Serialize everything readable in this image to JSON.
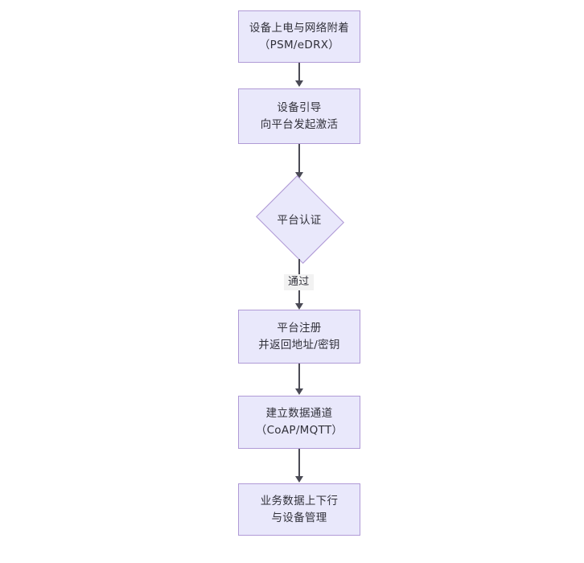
{
  "diagram": {
    "type": "flowchart",
    "orientation": "top-to-bottom",
    "background_color": "#ffffff",
    "node_fill_color": "#e9e8fb",
    "node_border_color": "#b09ad6",
    "text_color": "#31313a",
    "connector_color": "#4a4a55",
    "edge_label_background": "#f2f2f2",
    "nodes": [
      {
        "id": "n1",
        "shape": "rectangle",
        "line1": "设备上电与网络附着",
        "line2": "（PSM/eDRX）"
      },
      {
        "id": "n2",
        "shape": "rectangle",
        "line1": "设备引导",
        "line2": "向平台发起激活"
      },
      {
        "id": "n3",
        "shape": "diamond",
        "line1": "平台认证",
        "line2": ""
      },
      {
        "id": "n4",
        "shape": "rectangle",
        "line1": "平台注册",
        "line2": "并返回地址/密钥"
      },
      {
        "id": "n5",
        "shape": "rectangle",
        "line1": "建立数据通道",
        "line2": "（CoAP/MQTT）"
      },
      {
        "id": "n6",
        "shape": "rectangle",
        "line1": "业务数据上下行",
        "line2": "与设备管理"
      }
    ],
    "edges": [
      {
        "from": "n1",
        "to": "n2",
        "label": ""
      },
      {
        "from": "n2",
        "to": "n3",
        "label": ""
      },
      {
        "from": "n3",
        "to": "n4",
        "label": "通过"
      },
      {
        "from": "n4",
        "to": "n5",
        "label": ""
      },
      {
        "from": "n5",
        "to": "n6",
        "label": ""
      }
    ]
  }
}
